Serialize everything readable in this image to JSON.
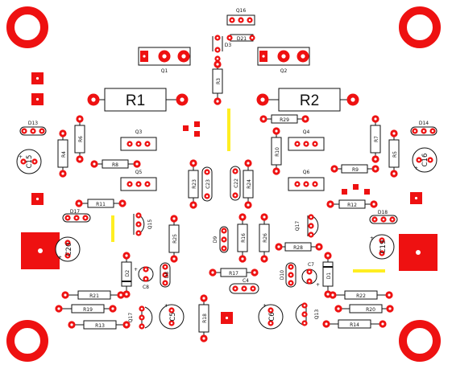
{
  "board": {
    "colors": {
      "copper": "#ee1111",
      "silk": "#111111",
      "jumper": "#ffee22",
      "hole": "#ffffff",
      "background": "#ffffff"
    },
    "labels": {
      "Q16": "Q16",
      "D21": "D21",
      "Q1": "Q1",
      "Q2": "Q2",
      "R3": "R3",
      "D3": "D3",
      "R1": "R1",
      "R2": "R2",
      "D13": "D13",
      "D14": "D14",
      "R6": "R6",
      "R4": "R4",
      "R7": "R7",
      "R5": "R5",
      "Q3": "Q3",
      "Q4": "Q4",
      "R29": "R29",
      "R10": "R10",
      "C15": "C15",
      "C16": "C16",
      "R8": "R8",
      "R9": "R9",
      "Q5": "Q5",
      "Q6": "Q6",
      "R23": "R23",
      "C23": "C23",
      "C22": "C22",
      "R24": "R24",
      "R11": "R11",
      "R12": "R12",
      "D17": "D17",
      "D18": "D18",
      "Q15": "Q15",
      "R25": "R25",
      "R16": "R16",
      "R26": "R26",
      "Q17a": "Q17",
      "D9": "D9",
      "C20": "C20",
      "C19": "C19",
      "R28": "R28",
      "D2": "D2",
      "D8": "D8",
      "C8": "C8",
      "R17": "R17",
      "D10": "D10",
      "C7": "C7",
      "D1": "D1",
      "C4": "C4",
      "R21": "R21",
      "R22": "R22",
      "R19": "R19",
      "R20": "R20",
      "Q17b": "Q17",
      "C5": "C5",
      "R18": "R18",
      "C6": "C6",
      "Q13": "Q13",
      "R13": "R13",
      "R14": "R14"
    }
  }
}
